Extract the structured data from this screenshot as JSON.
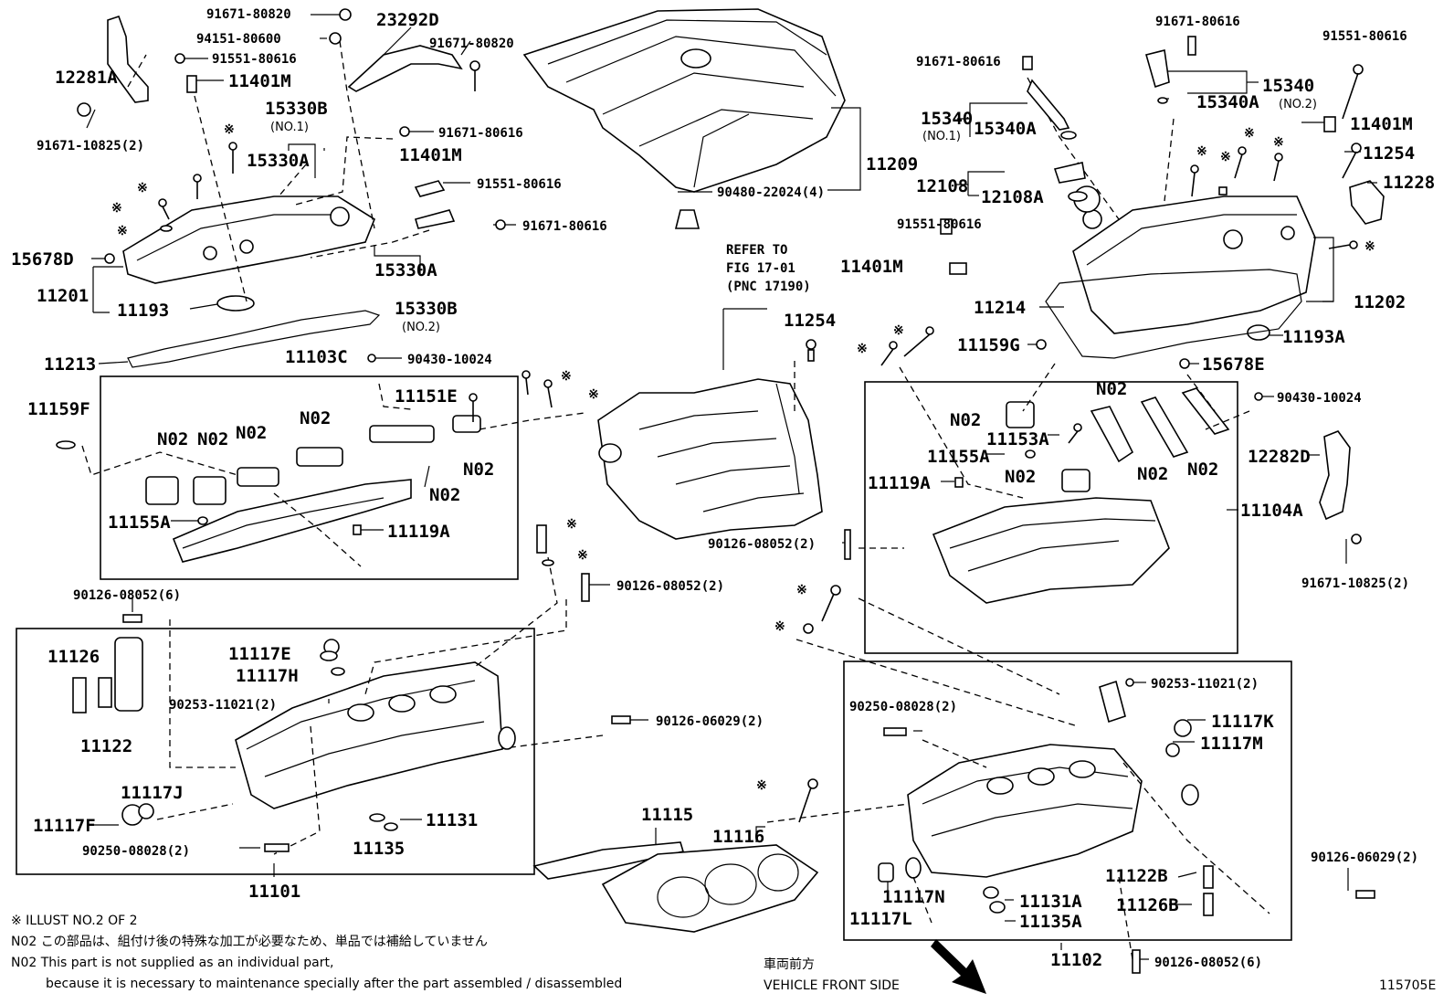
{
  "labels": {
    "p12281A": "12281A",
    "p91671_10825_L": "91671-10825(2)",
    "p91671_80820_a": "91671-80820",
    "p94151_80600": "94151-80600",
    "p91551_80616_a": "91551-80616",
    "p11401M_a": "11401M",
    "p23292D": "23292D",
    "p91671_80820_b": "91671-80820",
    "p15330B_1": "15330B",
    "no1_a": "(NO.1)",
    "p15330A_a": "15330A",
    "p91671_80616_a": "91671-80616",
    "p11401M_b": "11401M",
    "p91551_80616_b": "91551-80616",
    "p91671_80616_b": "91671-80616",
    "p15678D": "15678D",
    "p11201": "11201",
    "p11193": "11193",
    "p15330A_b": "15330A",
    "p15330B_2": "15330B",
    "no2_a": "(NO.2)",
    "p11213": "11213",
    "p11103C": "11103C",
    "p90430_10024_a": "90430-10024",
    "p11159F": "11159F",
    "p11151E": "11151E",
    "n02_1": "N02",
    "n02_2": "N02",
    "n02_3": "N02",
    "n02_4": "N02",
    "n02_5": "N02",
    "n02_6": "N02",
    "p11155A_a": "11155A",
    "p11119A_a": "11119A",
    "p11209": "11209",
    "p90480": "90480-22024(4)",
    "refer1": "REFER TO",
    "refer2": "FIG 17-01",
    "refer3": "(PNC 17190)",
    "p11254_a": "11254",
    "p91671_80616_c": "91671-80616",
    "p15340_a": "15340",
    "no1_b": "(NO.1)",
    "p15340A_a": "15340A",
    "p91671_80616_d": "91671-80616",
    "p15340A_b": "15340A",
    "p15340_b": "15340",
    "no2_b": "(NO.2)",
    "p91551_80616_c": "91551-80616",
    "p11401M_c": "11401M",
    "p11254_b": "11254",
    "p11228": "11228",
    "p12108": "12108",
    "p12108A": "12108A",
    "p91551_80616_d": "91551-80616",
    "p11401M_d": "11401M",
    "p11214": "11214",
    "p11202": "11202",
    "p11193A": "11193A",
    "p11159G": "11159G",
    "p15678E": "15678E",
    "n02_7": "N02",
    "n02_8": "N02",
    "n02_9": "N02",
    "n02_10": "N02",
    "n02_11": "N02",
    "p11153A": "11153A",
    "p11155A_b": "11155A",
    "p11119A_b": "11119A",
    "p90430_10024_b": "90430-10024",
    "p12282D": "12282D",
    "p11104A": "11104A",
    "p91671_10825_R": "91671-10825(2)",
    "p90126_08052_a": "90126-08052(2)",
    "p90126_08052_b": "90126-08052(2)",
    "p90126_08052_6": "90126-08052(6)",
    "p11126": "11126",
    "p11122": "11122",
    "p11117E": "11117E",
    "p11117H": "11117H",
    "p90253_a": "90253-11021(2)",
    "p90126_06029_a": "90126-06029(2)",
    "p11117J": "11117J",
    "p11117F": "11117F",
    "p90250_a": "90250-08028(2)",
    "p11131": "11131",
    "p11135": "11135",
    "p11101": "11101",
    "p90250_b": "90250-08028(2)",
    "p90253_b": "90253-11021(2)",
    "p11117K": "11117K",
    "p11117M": "11117M",
    "p11115": "11115",
    "p11116": "11116",
    "p90126_06029_b": "90126-06029(2)",
    "p11122B": "11122B",
    "p11126B": "11126B",
    "p11117N": "11117N",
    "p11117L": "11117L",
    "p11131A": "11131A",
    "p11135A": "11135A",
    "p11102": "11102",
    "p90126_08052_c": "90126-08052(6)"
  },
  "notes": {
    "illust": "※  ILLUST NO.2 OF 2",
    "n02_jp": "N02 この部品は、組付け後の特殊な加工が必要なため、単品では補給していません",
    "n02_en1": "N02 This part is not supplied as an individual part,",
    "n02_en2": "because it is necessary to maintenance specially after the part assembled / disassembled",
    "front_jp": "車両前方",
    "front_en": "VEHICLE FRONT SIDE",
    "code": "115705E"
  },
  "symbol": "※"
}
